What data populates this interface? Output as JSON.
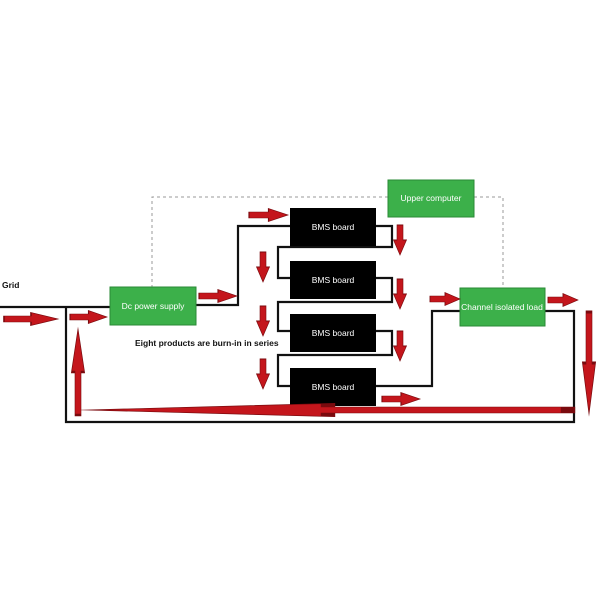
{
  "labels": {
    "grid": "Grid",
    "dc_power_supply": "Dc power supply",
    "upper_computer": "Upper computer",
    "channel_isolated_load": "Channel isolated load",
    "note": "Eight products are burn-in in series",
    "bms_boards": [
      "BMS board",
      "BMS board",
      "BMS board",
      "BMS board"
    ]
  },
  "colors": {
    "green_box": "#3cb04a",
    "green_border": "#2a8a36",
    "black_box": "#000000",
    "arrow": "#c4161c",
    "arrow_outline": "#7a0a0e",
    "wire": "#111111",
    "dashed": "#999999"
  }
}
